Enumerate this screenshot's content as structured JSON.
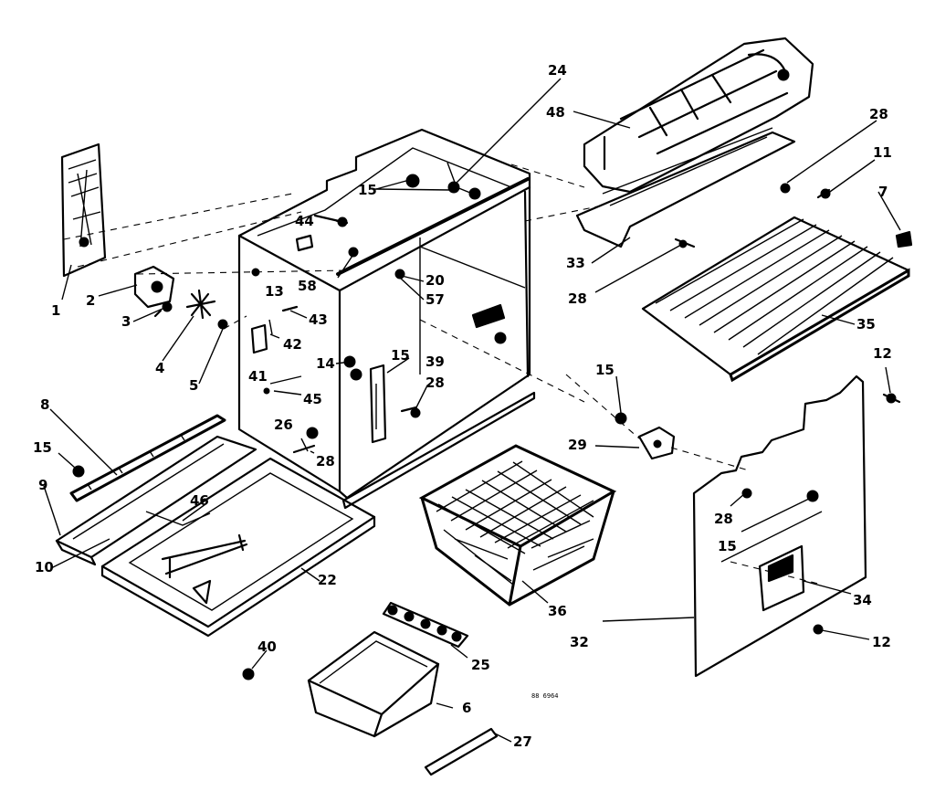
{
  "diagram_code": "88 6964",
  "labels": {
    "p1": "1",
    "p2": "2",
    "p3": "3",
    "p4": "4",
    "p5": "5",
    "p6": "6",
    "p7": "7",
    "p8": "8",
    "p9": "9",
    "p10": "10",
    "p11": "11",
    "p12a": "12",
    "p12b": "12",
    "p13": "13",
    "p14": "14",
    "p15a": "15",
    "p15b": "15",
    "p15c": "15",
    "p15d": "15",
    "p15e": "15",
    "p20": "20",
    "p22": "22",
    "p24": "24",
    "p25": "25",
    "p26": "26",
    "p27": "27",
    "p28a": "28",
    "p28b": "28",
    "p28c": "28",
    "p28d": "28",
    "p28e": "28",
    "p29": "29",
    "p32": "32",
    "p33": "33",
    "p34": "34",
    "p35": "35",
    "p36": "36",
    "p39": "39",
    "p40": "40",
    "p41": "41",
    "p42": "42",
    "p43": "43",
    "p44": "44",
    "p45": "45",
    "p46": "46",
    "p48": "48",
    "p57": "57",
    "p58": "58"
  }
}
